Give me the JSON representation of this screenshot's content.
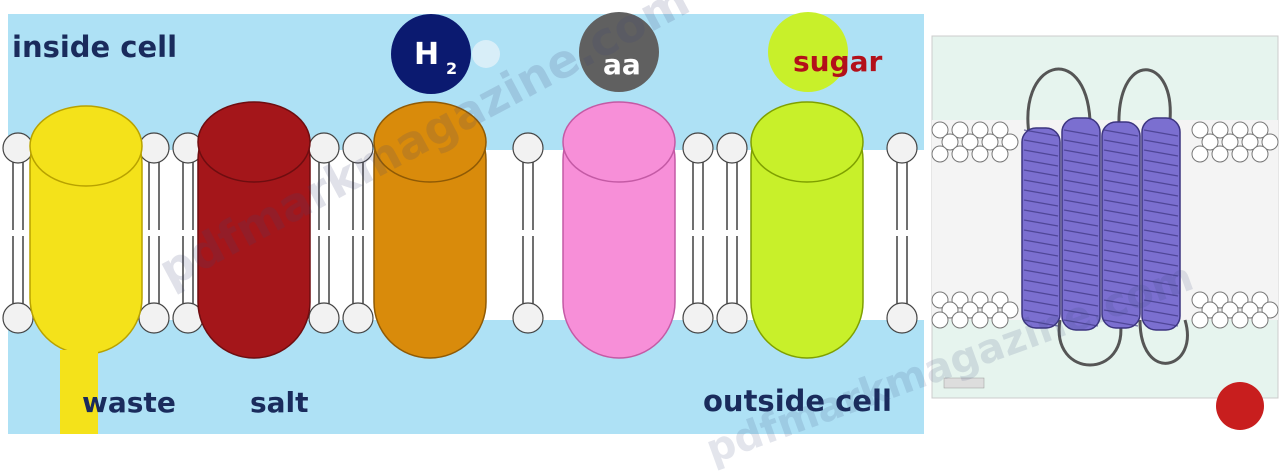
{
  "labels": {
    "inside": "inside cell",
    "outside": "outside cell",
    "waste": "waste",
    "salt": "salt",
    "sugar": "sugar",
    "water_h": "H",
    "water_sub": "2",
    "amino": "aa"
  },
  "watermark": "pdfmarkmagazine.com",
  "colors": {
    "background": "#aee1f5",
    "channel_waste": "#f4e21a",
    "channel_salt": "#a4161a",
    "channel_water": "#d98b0b",
    "channel_amino": "#f78fd8",
    "channel_sugar": "#c8f02a",
    "water_molecule": "#0b1a70",
    "amino_molecule": "#606060",
    "sugar_molecule": "#c8f02a",
    "protein": "#7b6fd0"
  }
}
